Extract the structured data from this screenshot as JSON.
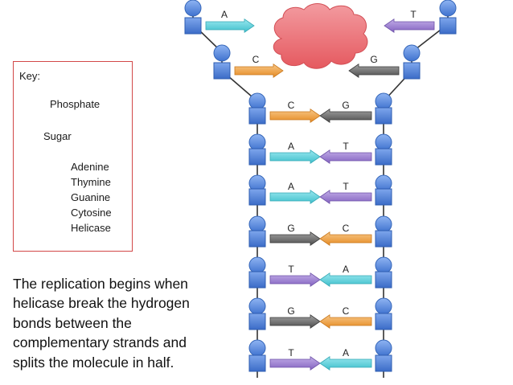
{
  "key": {
    "title": "Key:",
    "phosphate": "Phosphate",
    "sugar": "Sugar",
    "bases": [
      {
        "label": "Adenine",
        "color": "#56d1dc"
      },
      {
        "label": "Thymine",
        "color": "#9b7fce"
      },
      {
        "label": "Guanine",
        "color": "#6d6d6d"
      },
      {
        "label": "Cytosine",
        "color": "#f0a040"
      }
    ],
    "helicase": {
      "label": "Helicase",
      "color": "#ee6e73"
    }
  },
  "colors": {
    "phosphate": "#5b8fe3",
    "sugar": "#4f81d8",
    "backbone": "#333333"
  },
  "description": [
    "The replication begins when",
    "helicase break the hydrogen",
    "bonds between the",
    "complementary strands and",
    "splits the molecule in half."
  ],
  "separated_pairs": [
    {
      "left": "A",
      "right": "T"
    },
    {
      "left": "C",
      "right": "G"
    }
  ],
  "base_pairs": [
    {
      "left": "C",
      "right": "G"
    },
    {
      "left": "A",
      "right": "T"
    },
    {
      "left": "A",
      "right": "T"
    },
    {
      "left": "G",
      "right": "C"
    },
    {
      "left": "T",
      "right": "A"
    },
    {
      "left": "G",
      "right": "C"
    },
    {
      "left": "T",
      "right": "A"
    }
  ]
}
